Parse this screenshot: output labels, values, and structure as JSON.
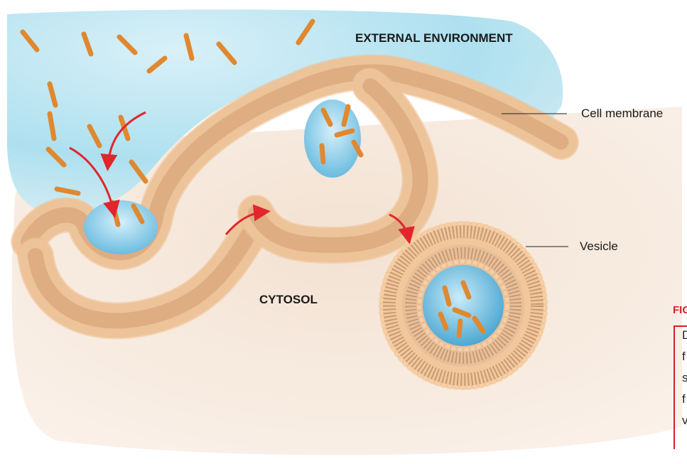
{
  "labels": {
    "external": "EXTERNAL ENVIRONMENT",
    "cytosol": "CYTOSOL",
    "cell_membrane": "Cell membrane",
    "vesicle": "Vesicle"
  },
  "caption": {
    "heading": "FIG",
    "fragments": [
      "D",
      "f",
      "s",
      "f",
      "v"
    ]
  },
  "colors": {
    "fluid": "#9fd3e8",
    "cytosol": "#f1e0cf",
    "membrane_head": "#f0bd8e",
    "molecule": "#e0882f",
    "arrow": "#e0262c",
    "accent": "#d6202a"
  }
}
